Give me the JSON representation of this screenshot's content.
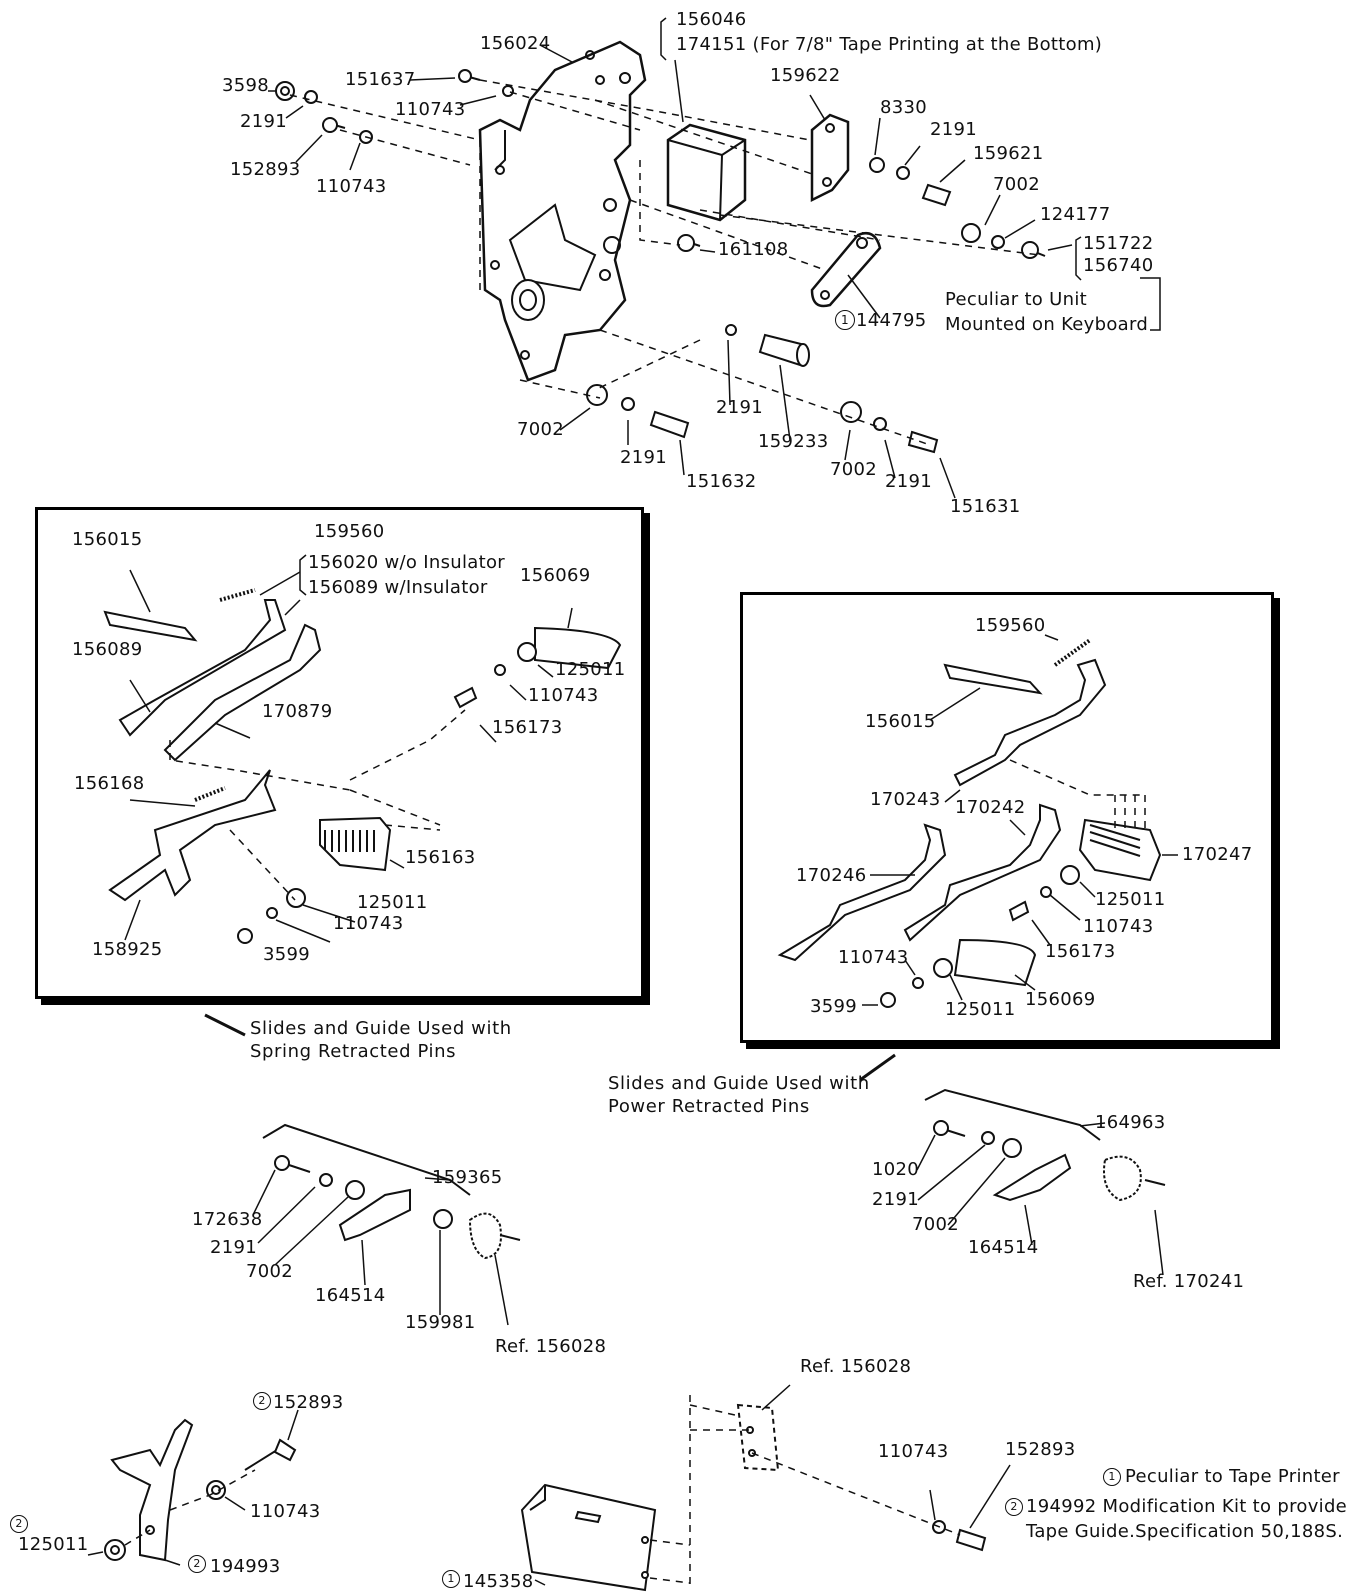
{
  "top": {
    "p156046": "156046",
    "p174151": "174151 (For 7/8\" Tape Printing at the Bottom)",
    "p156024": "156024",
    "p3598": "3598",
    "p151637": "151637",
    "p2191_a": "2191",
    "p110743_a": "110743",
    "p152893": "152893",
    "p110743_b": "110743",
    "p159622": "159622",
    "p8330": "8330",
    "p2191_b": "2191",
    "p159621": "159621",
    "p7002_a": "7002",
    "p124177": "124177",
    "p151722": "151722",
    "p156740": "156740",
    "p161108": "161108",
    "p144795": "144795",
    "circle1": "1",
    "note_keyboard_line1": "Peculiar to Unit",
    "note_keyboard_line2": "Mounted on Keyboard",
    "p2191_c": "2191",
    "p159233": "159233",
    "p7002_b": "7002",
    "p2191_d": "2191",
    "p151632": "151632",
    "p7002_c": "7002",
    "p2191_e": "2191",
    "p151631": "151631"
  },
  "left_box": {
    "p156015": "156015",
    "p159560": "159560",
    "p156020": "156020 w/o Insulator",
    "p156089_ins": "156089 w/Insulator",
    "p156069": "156069",
    "p156089": "156089",
    "p125011_a": "125011",
    "p110743_a": "110743",
    "p170879": "170879",
    "p156173": "156173",
    "p156168": "156168",
    "p156163": "156163",
    "p125011_b": "125011",
    "p110743_b": "110743",
    "p158925": "158925",
    "p3599": "3599",
    "caption_line1": "Slides and Guide Used with",
    "caption_line2": "Spring Retracted Pins"
  },
  "right_box": {
    "p159560": "159560",
    "p156015": "156015",
    "p170243": "170243",
    "p170242": "170242",
    "p170247": "170247",
    "p170246": "170246",
    "p125011_a": "125011",
    "p110743_a": "110743",
    "p156173": "156173",
    "p110743_b": "110743",
    "p3599": "3599",
    "p125011_b": "125011",
    "p156069": "156069",
    "caption_line1": "Slides and Guide Used with",
    "caption_line2": "Power Retracted Pins"
  },
  "middle_left": {
    "p159365": "159365",
    "p172638": "172638",
    "p2191": "2191",
    "p7002": "7002",
    "p164514": "164514",
    "p159981": "159981",
    "ref156028": "Ref. 156028"
  },
  "middle_right": {
    "p164963": "164963",
    "p1020": "1020",
    "p2191": "2191",
    "p7002": "7002",
    "p164514": "164514",
    "ref170241": "Ref. 170241"
  },
  "bottom": {
    "p152893_mod": "152893",
    "circle2": "2",
    "p110743": "110743",
    "p125011": "125011",
    "p194993": "194993",
    "p145358": "145358",
    "ref156028": "Ref. 156028",
    "p110743_b": "110743",
    "p152893": "152893",
    "note1": "Peculiar to Tape Printer",
    "note2_line1": "194992 Modification Kit to provide",
    "note2_line2": "Tape Guide.Specification 50,188S."
  }
}
